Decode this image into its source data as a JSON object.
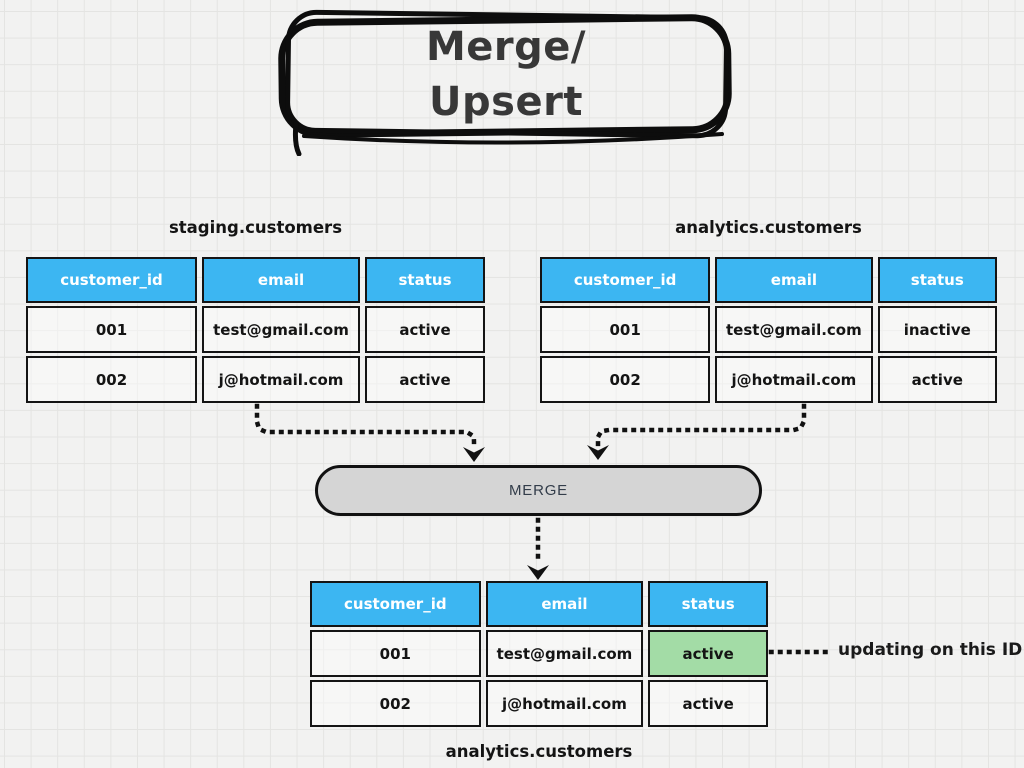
{
  "title": {
    "line1": "Merge/",
    "line2": "Upsert"
  },
  "merge_node": {
    "label": "MERGE"
  },
  "annotation": {
    "label": "updating on this ID"
  },
  "colors": {
    "header_blue": "#3CB6F2",
    "highlight_green": "#A3DCA6",
    "merge_fill": "#D5D5D5",
    "ink": "#141414",
    "grid_background": "#F2F2F1",
    "grid_line": "#E4E4E2"
  },
  "tables": {
    "staging": {
      "label": "staging.customers",
      "headers": [
        "customer_id",
        "email",
        "status"
      ],
      "rows": [
        [
          "001",
          "test@gmail.com",
          "active"
        ],
        [
          "002",
          "j@hotmail.com",
          "active"
        ]
      ]
    },
    "analytics": {
      "label": "analytics.customers",
      "headers": [
        "customer_id",
        "email",
        "status"
      ],
      "rows": [
        [
          "001",
          "test@gmail.com",
          "inactive"
        ],
        [
          "002",
          "j@hotmail.com",
          "active"
        ]
      ]
    },
    "result": {
      "label": "analytics.customers",
      "headers": [
        "customer_id",
        "email",
        "status"
      ],
      "rows": [
        [
          "001",
          "test@gmail.com",
          "active"
        ],
        [
          "002",
          "j@hotmail.com",
          "active"
        ]
      ],
      "highlighted_cell": {
        "row": 0,
        "col": 2,
        "value": "active"
      }
    }
  }
}
